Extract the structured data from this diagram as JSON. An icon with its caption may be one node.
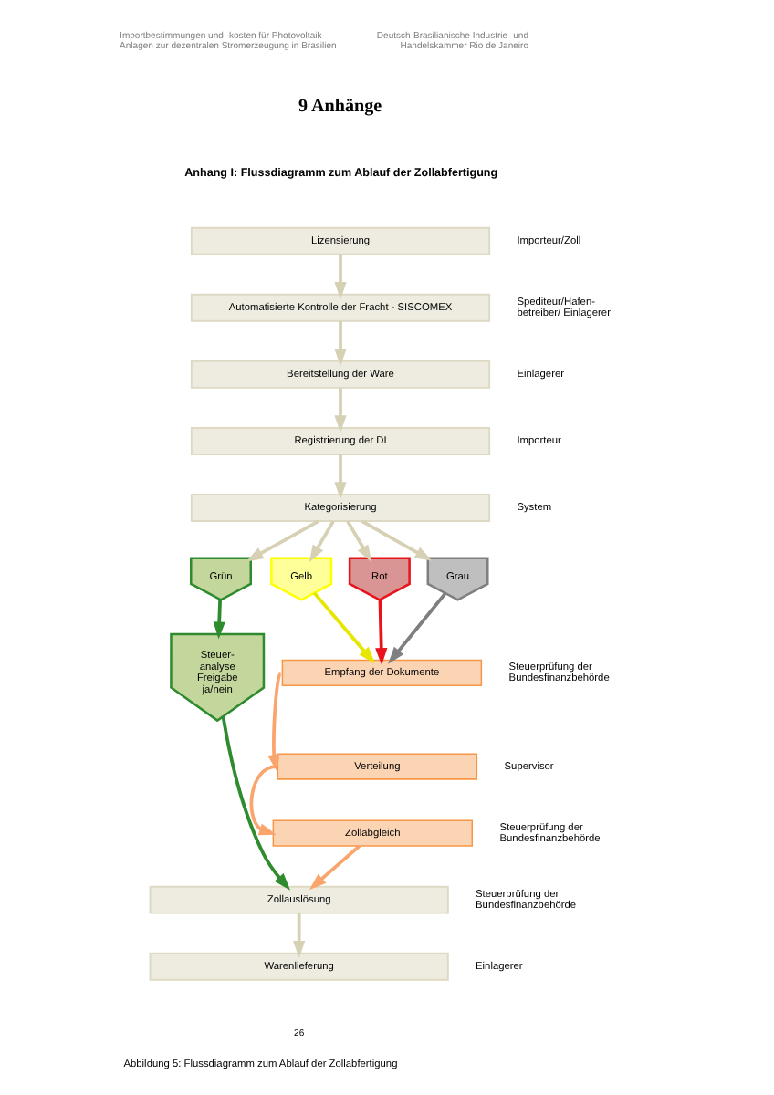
{
  "diagram": {
    "title": "Anhang I: Flussdiagramm zum Ablauf der Zollabfertigung",
    "caption": "Abbildung 5: Flussdiagramm zum Ablauf der Zollabfertigung",
    "nodes": [
      {
        "text": [
          "Lizensierung"
        ],
        "beside": [
          "Importeur/Zoll"
        ]
      },
      {
        "text": [
          "Automatisierte Kontrolle der Fracht - SISCOMEX"
        ],
        "beside": [
          "Spediteur/Hafen- betreiber/ Einlagerer"
        ]
      },
      {
        "text": [
          "Bereitstellung der Ware"
        ],
        "beside": [
          "Einlagerer"
        ]
      },
      {
        "text": [
          "Registrierung der DI"
        ],
        "beside": [
          "Importeur"
        ]
      },
      {
        "text": [
          "Kategorisierung"
        ],
        "beside": [
          "System"
        ]
      },
      {
        "text": [
          "Grün"
        ]
      },
      {
        "text": [
          "Gelb"
        ]
      },
      {
        "text": [
          "Rot"
        ]
      },
      {
        "text": [
          "Grau"
        ]
      },
      {
        "text": [
          "Steuer- analyse",
          "Freigabe ja/nein"
        ]
      },
      {
        "text": [
          "Empfang der Dokumente"
        ],
        "beside": [
          "Steuerprüfung der Bundesfinanzbehörde"
        ]
      },
      {
        "text": [
          "Verteilung"
        ],
        "beside": [
          "Supervisor"
        ]
      },
      {
        "text": [
          "Zollabgleich"
        ],
        "beside": [
          "Steuerprüfung der Bundesfinanzbehörde"
        ]
      },
      {
        "text": [
          "Zollauslösung"
        ],
        "beside": [
          "Steuerprüfung der Bundesfinanzbehörde"
        ]
      },
      {
        "text": [
          "Warenlieferung"
        ],
        "beside": [
          "Einlagerer"
        ]
      }
    ],
    "edges": [
      {
        "from": 0,
        "to": 1,
        "arrow": "to"
      },
      {
        "from": 1,
        "to": 2,
        "arrow": "to"
      },
      {
        "from": 2,
        "to": 3,
        "arrow": "to"
      },
      {
        "from": 3,
        "to": 4,
        "arrow": "to"
      },
      {
        "from": 4,
        "to": 5,
        "arrow": "to"
      },
      {
        "from": 4,
        "to": 6,
        "arrow": "to"
      },
      {
        "from": 4,
        "to": 7,
        "arrow": "to"
      },
      {
        "from": 4,
        "to": 8,
        "arrow": "to"
      },
      {
        "from": 5,
        "to": 9,
        "arrow": "to",
        "color": "#2e8b2e"
      },
      {
        "from": 6,
        "to": 10,
        "arrow": "to",
        "color": "#e6e600"
      },
      {
        "from": 7,
        "to": 10,
        "arrow": "to",
        "color": "#e8141b"
      },
      {
        "from": 8,
        "to": 10,
        "arrow": "to",
        "color": "#7f7f7f"
      },
      {
        "from": 10,
        "to": 11,
        "arrow": "to",
        "color": "#f9a56d"
      },
      {
        "from": 11,
        "to": 12,
        "arrow": "to",
        "color": "#f9a56d"
      },
      {
        "from": 12,
        "to": 13,
        "arrow": "to",
        "color": "#f9a56d"
      },
      {
        "from": 9,
        "to": 13,
        "arrow": "to",
        "color": "#2e8b2e"
      },
      {
        "from": 13,
        "to": 14,
        "arrow": "to"
      }
    ],
    "labels": [
      "Importbestimmungen und -kosten für Photovoltaik- Anlagen zur dezentralen Stromerzeugung in Brasilien",
      "Deutsch-Brasilianische Industrie- und Handelskammer Rio de Janeiro",
      "9 Anhänge",
      "26"
    ]
  }
}
